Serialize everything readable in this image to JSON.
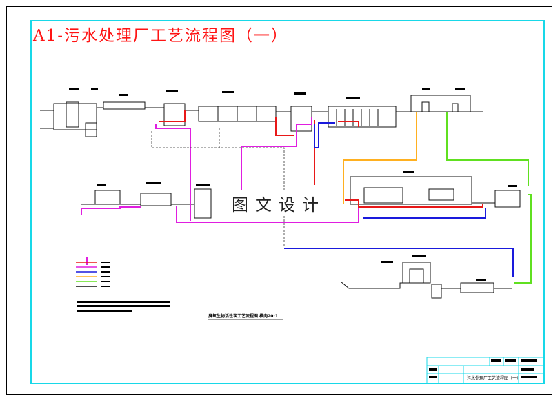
{
  "title": "A1-污水处理厂工艺流程图（一）",
  "watermark": "图文设计",
  "drawing_caption": "臭氧生物活性炭工艺流程图  横向20:1",
  "title_block": {
    "drawing_name": "污水处理厂工艺流程图（一）"
  },
  "colors": {
    "border": "#000000",
    "inner_frame": "#18d8e8",
    "title": "#ff1414",
    "magenta": "#e01ee0",
    "red": "#e81818",
    "blue": "#1a1adc",
    "orange": "#ffb020",
    "green": "#60e020",
    "dark": "#111111"
  },
  "legend": {
    "line_colors": [
      "#e81818",
      "#e01ee0",
      "#1a1adc",
      "#ffb020",
      "#60e020",
      "#111111"
    ]
  }
}
